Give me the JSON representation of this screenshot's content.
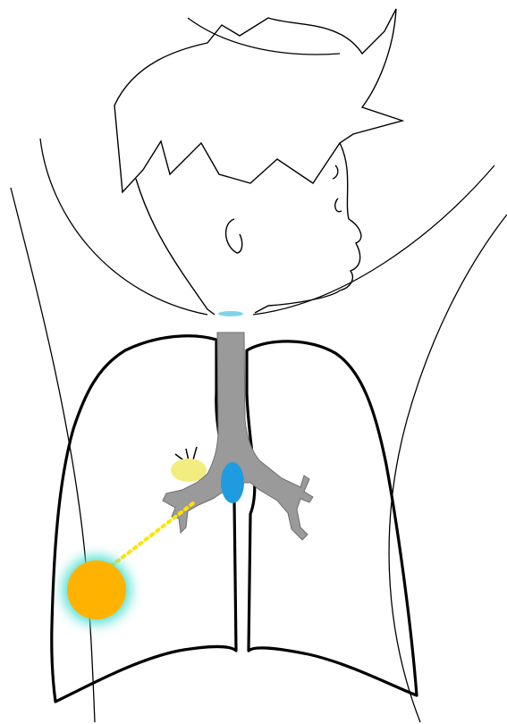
{
  "colors": {
    "background": "#ffffff",
    "outline": "#000000",
    "trachea_fill": "#9a9a9a",
    "trachea_edge": "#6e6e6e",
    "mass_fill": "#ffb300",
    "mass_glow": "#4fe0d2",
    "hilar_node_fill": "#f3ec7e",
    "mediastinal_node_fill": "#1f9be0",
    "neck_mark": "#7fd3e8",
    "connector": "#ffe400"
  },
  "elements": {
    "person_outline": "child-head-and-torso-line-art",
    "lungs": "lung-outline",
    "airways": "trachea-and-bronchi",
    "peripheral_lesion": "orange-circle-with-cyan-glow",
    "hilar_lesion": "yellow-oval",
    "mediastinal_lesion": "blue-oval",
    "neck_lesion": "cyan-bar",
    "link": "dotted-yellow-line"
  }
}
